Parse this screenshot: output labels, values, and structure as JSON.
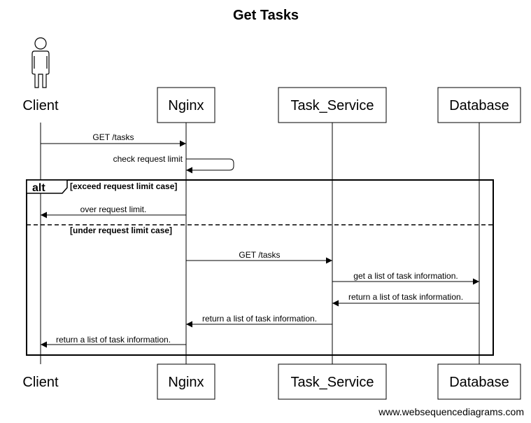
{
  "diagram": {
    "title": "Get Tasks",
    "participants": [
      {
        "id": "client",
        "label": "Client",
        "kind": "actor"
      },
      {
        "id": "nginx",
        "label": "Nginx",
        "kind": "box"
      },
      {
        "id": "task_service",
        "label": "Task_Service",
        "kind": "box"
      },
      {
        "id": "database",
        "label": "Database",
        "kind": "box"
      }
    ],
    "messages": [
      {
        "from": "client",
        "to": "nginx",
        "label": "GET /tasks"
      },
      {
        "from": "nginx",
        "to": "nginx",
        "label": "check request limit"
      },
      {
        "from": "nginx",
        "to": "client",
        "label": "over request limit."
      },
      {
        "from": "nginx",
        "to": "task_service",
        "label": "GET /tasks"
      },
      {
        "from": "task_service",
        "to": "database",
        "label": "get a list of task information."
      },
      {
        "from": "database",
        "to": "task_service",
        "label": "return a list of task information."
      },
      {
        "from": "task_service",
        "to": "nginx",
        "label": "return a list of task information."
      },
      {
        "from": "nginx",
        "to": "client",
        "label": "return a list of task information."
      }
    ],
    "fragment": {
      "operator": "alt",
      "conditions": [
        "[exceed request limit case]",
        "[under request limit case]"
      ]
    },
    "watermark": "www.websequencediagrams.com"
  }
}
